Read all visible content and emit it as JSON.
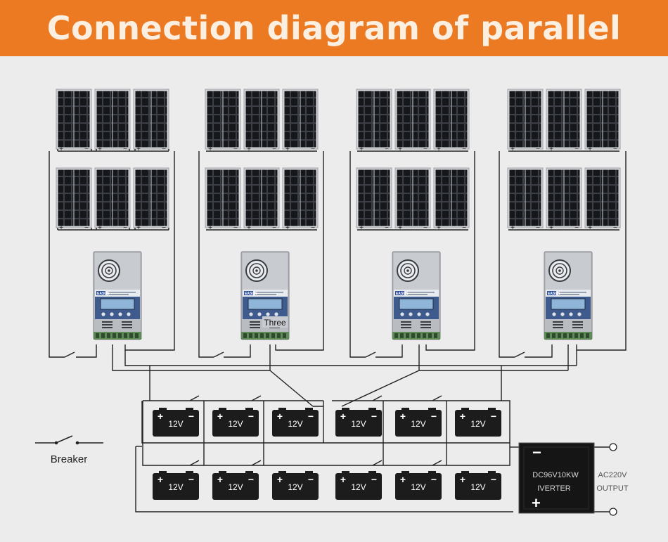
{
  "title": "Connection diagram of parallel",
  "colors": {
    "banner": "#ec7a22",
    "banner_text": "#fbefe2",
    "wire": "#222222",
    "battery": "#1c1c1c",
    "panel": "#2a2d31"
  },
  "controllers": [
    {
      "brand": "EASUN",
      "caption": ""
    },
    {
      "brand": "EASUN",
      "caption": "Three"
    },
    {
      "brand": "EASUN",
      "caption": ""
    },
    {
      "brand": "EASUN",
      "caption": ""
    }
  ],
  "battery_label": "12V",
  "battery_positive": "+",
  "battery_negative": "−",
  "breaker_label": "Breaker",
  "inverter": {
    "line1": "DC96V10KW",
    "line2": "IVERTER",
    "neg": "−",
    "pos": "+"
  },
  "output": {
    "line1": "AC220V",
    "line2": "OUTPUT"
  }
}
